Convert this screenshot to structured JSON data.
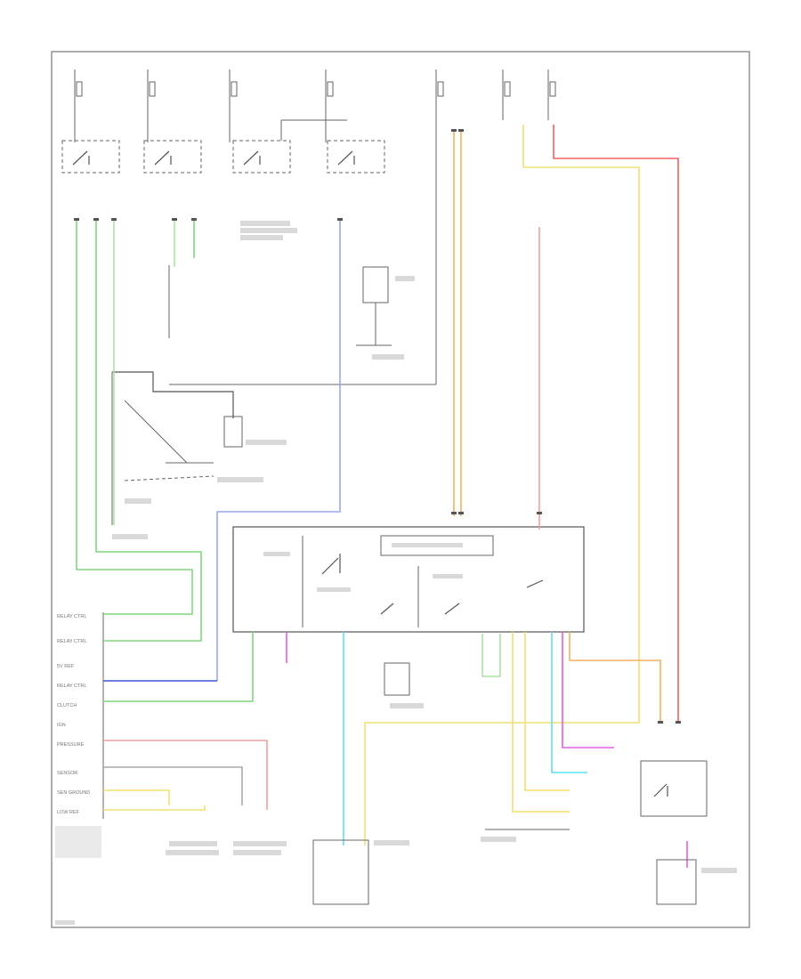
{
  "colors": {
    "green": "#7fd77f",
    "light_green": "#a8e6a0",
    "blue": "#7f8fe0",
    "dark_blue": "#3f55d8",
    "orange": "#f0b060",
    "yellow": "#f0e070",
    "red": "#f06060",
    "pink": "#f0a0a0",
    "cyan": "#60e0f0",
    "magenta": "#e060e0",
    "gray": "#999999"
  },
  "connector_pin_labels": [
    "RELAY CTRL",
    "RELAY CTRL",
    "5V REF",
    "RELAY CTRL",
    "CLUTCH",
    "IGN",
    "PRESSURE",
    "SENSOR",
    "SEN GROUND",
    "LOW REF"
  ]
}
